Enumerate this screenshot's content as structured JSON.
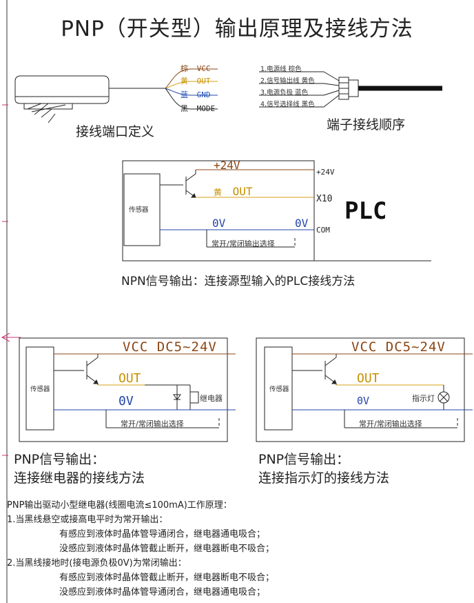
{
  "title": "PNP（开关型）输出原理及接线方法",
  "port_def": {
    "caption": "接线端口定义",
    "wires": [
      {
        "color_cn": "棕",
        "label": "VCC",
        "color": "#8B4513"
      },
      {
        "color_cn": "黄",
        "label": "OUT",
        "color": "#E0B000"
      },
      {
        "color_cn": "蓝",
        "label": "GND",
        "color": "#1F4FB5"
      },
      {
        "color_cn": "黑",
        "label": "MODE",
        "color": "#222222"
      }
    ]
  },
  "terminal_order": {
    "caption": "端子接线顺序",
    "items": [
      "1.电源线    棕色",
      "2.信号输出线 黄色",
      "3.电源负极  蓝色",
      "4.信号选择线 黑色"
    ]
  },
  "plc_diagram": {
    "sensor_label": "传感器",
    "v24": "+24V",
    "out_color_cn": "黄",
    "out": "OUT",
    "zero_left": "0V",
    "zero_right": "0V",
    "select": "常开/常闭输出选择",
    "plc_24v": "+24V",
    "plc_x10": "X10",
    "plc_com": "COM",
    "plc": "PLC",
    "caption": "NPN信号输出：连接源型输入的PLC接线方法"
  },
  "relay_diagram": {
    "sensor_label": "传感器",
    "vcc": "VCC DC5~24V",
    "out": "OUT",
    "zero": "0V",
    "load": "继电器",
    "select": "常开/常闭输出选择",
    "caption_line1": "PNP信号输出：",
    "caption_line2": "连接继电器的接线方法"
  },
  "lamp_diagram": {
    "sensor_label": "传感器",
    "vcc": "VCC DC5~24V",
    "out": "OUT",
    "zero": "0V",
    "load": "指示灯",
    "select": "常开/常闭输出选择",
    "caption_line1": "PNP信号输出：",
    "caption_line2": "连接指示灯的接线方法"
  },
  "notes": [
    "PNP输出驱动小型继电器(线圈电流≤100mA)工作原理：",
    "1.当黑线悬空或接高电平时为常开输出：",
    "有感应到液体时晶体管导通闭合，继电器通电吸合；",
    "没感应到液体时晶体管截止断开，继电器断电不吸合；",
    "2.当黑线接地时(接电源负极0V)为常闭输出：",
    "有感应到液体时晶体管截止断开，继电器断电不吸合；",
    "没感应到液体时晶体管导通闭合，继电器通电吸合；"
  ],
  "colors": {
    "brown": "#8B4513",
    "yellow": "#D4A017",
    "blue": "#2244AA",
    "black": "#222222",
    "margin_mark": "#D03070"
  }
}
